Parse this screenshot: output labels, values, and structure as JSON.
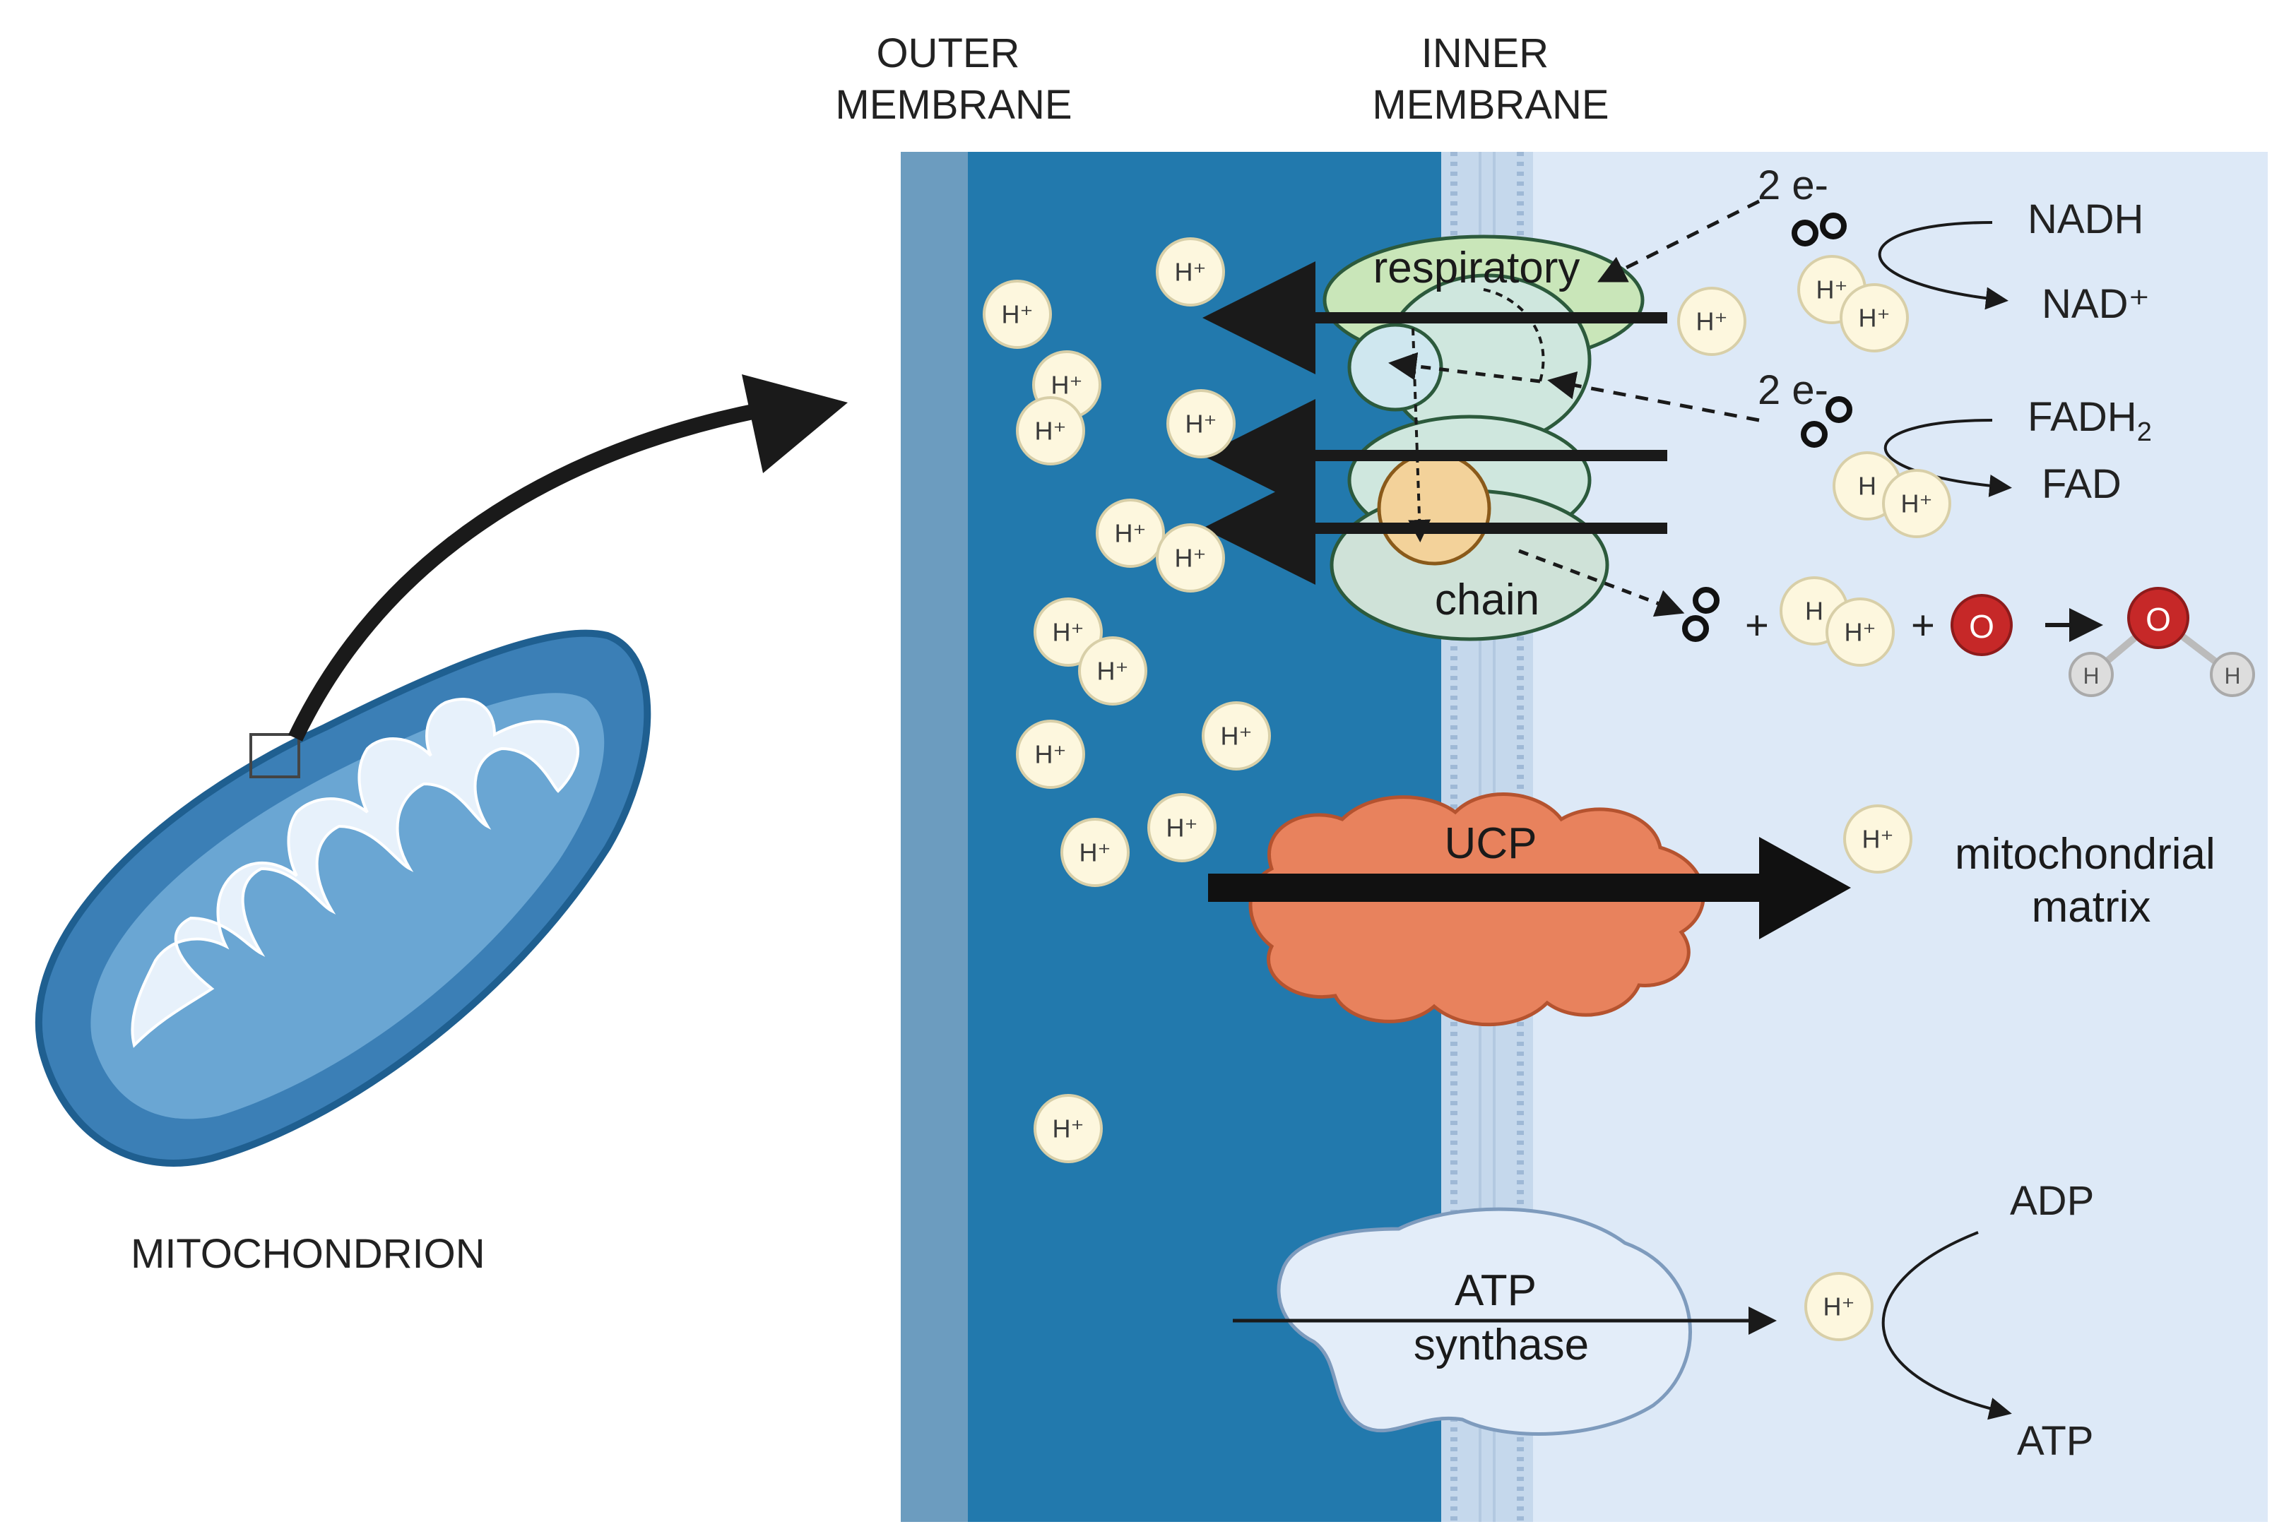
{
  "labels": {
    "outer_membrane": [
      "OUTER",
      "MEMBRANE"
    ],
    "inner_membrane": [
      "INNER",
      "MEMBRANE"
    ],
    "mitochondrion": "MITOCHONDRION",
    "respiratory": "respiratory",
    "chain": "chain",
    "ucp": "UCP",
    "atp_synthase": [
      "ATP",
      "synthase"
    ],
    "matrix": [
      "mitochondrial",
      "matrix"
    ],
    "proton": "H⁺",
    "proton_short": "H",
    "electrons": "2 e-",
    "nadh": "NADH",
    "nad": "NAD⁺",
    "fadh2": "FADH",
    "fadh2_sub": "2",
    "fad": "FAD",
    "adp": "ADP",
    "atp": "ATP",
    "oxygen": "O",
    "hydrogen": "H",
    "plus": "+"
  },
  "colors": {
    "intermembrane_space": "#2279ad",
    "outer_membrane": "#6c9cbf",
    "matrix_background": "#dde9f7",
    "inner_membrane": "#c5d8ec",
    "proton_fill": "#fdf7de",
    "ucp_fill": "#e8825d",
    "atp_synthase_fill": "#e3edf9",
    "oxygen_fill": "#c62828",
    "mitochondrion_body": "#3b7fb6"
  }
}
